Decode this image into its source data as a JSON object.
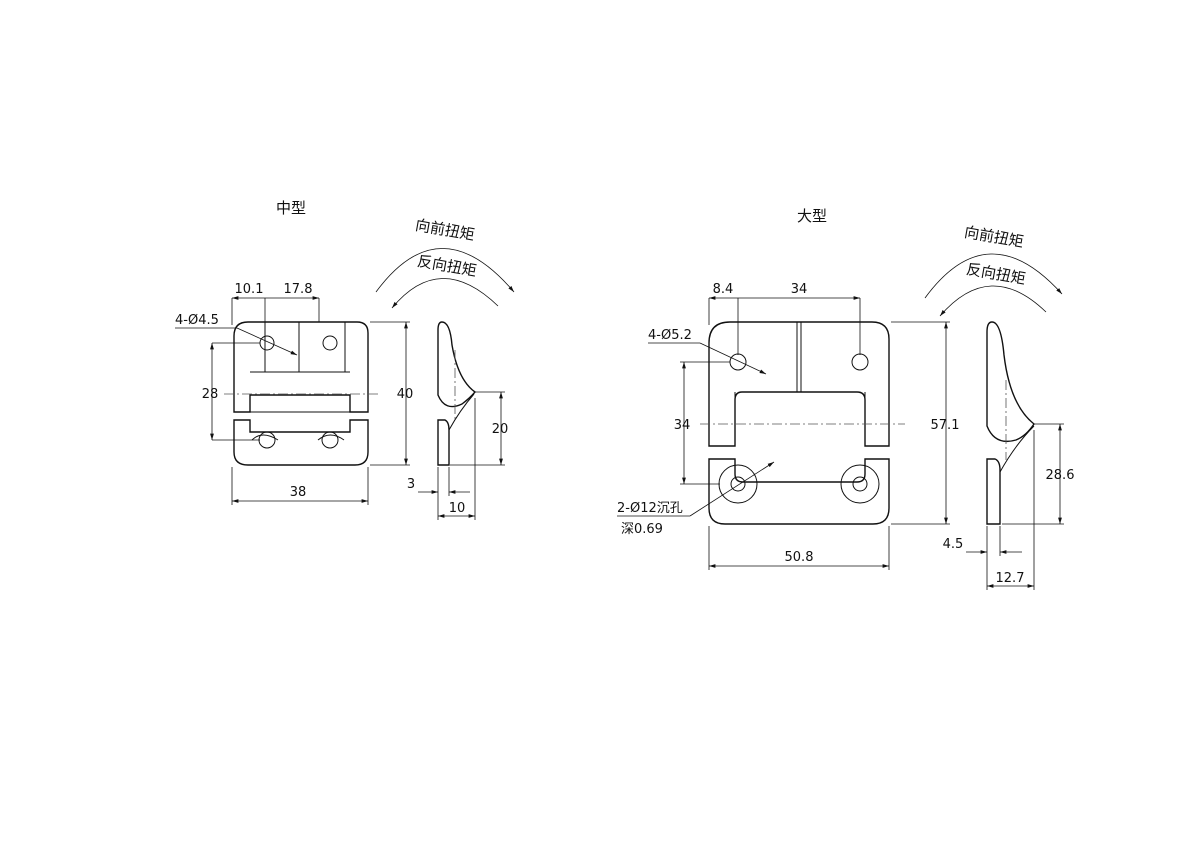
{
  "medium": {
    "title": "中型",
    "torque_forward": "向前扭矩",
    "torque_reverse": "反向扭矩",
    "dims": {
      "d10_1": "10.1",
      "d17_8": "17.8",
      "holes": "4-Ø4.5",
      "d28": "28",
      "d40": "40",
      "d20": "20",
      "d38": "38",
      "d3": "3",
      "d10": "10"
    }
  },
  "large": {
    "title": "大型",
    "torque_forward": "向前扭矩",
    "torque_reverse": "反向扭矩",
    "dims": {
      "d8_4": "8.4",
      "d34_top": "34",
      "holes": "4-Ø5.2",
      "d34_left": "34",
      "d57_1": "57.1",
      "d28_6": "28.6",
      "csk": "2-Ø12沉孔",
      "depth": "深0.69",
      "d50_8": "50.8",
      "d4_5": "4.5",
      "d12_7": "12.7"
    }
  }
}
